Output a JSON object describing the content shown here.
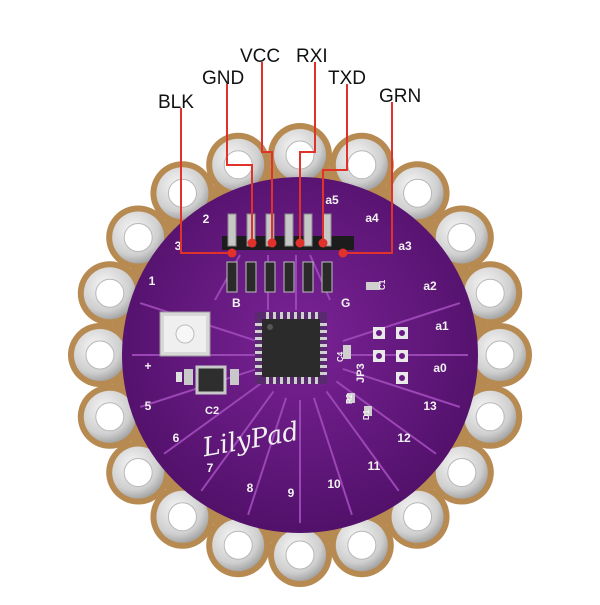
{
  "pin_labels": [
    "BLK",
    "GND",
    "VCC",
    "RXI",
    "TXD",
    "GRN"
  ],
  "pad_labels": [
    "2",
    "3",
    "1",
    "+",
    "5",
    "6",
    "7",
    "8",
    "9",
    "10",
    "11",
    "12",
    "13",
    "a0",
    "a1",
    "a2",
    "a3",
    "a4",
    "a5"
  ],
  "header_silk": {
    "left": "B",
    "right": "G"
  },
  "component_labels": {
    "c2": "C2",
    "jp3": "JP3",
    "c1": "C1",
    "c4": "C4",
    "r2": "R2",
    "d1": "D1"
  },
  "board_name": "LilyPad",
  "colors": {
    "board_purple": "#6a1a86",
    "rim": "#b78a52",
    "pad": "#dcdcdc",
    "trace": "#9b46b5",
    "label_line": "#e0322a"
  }
}
